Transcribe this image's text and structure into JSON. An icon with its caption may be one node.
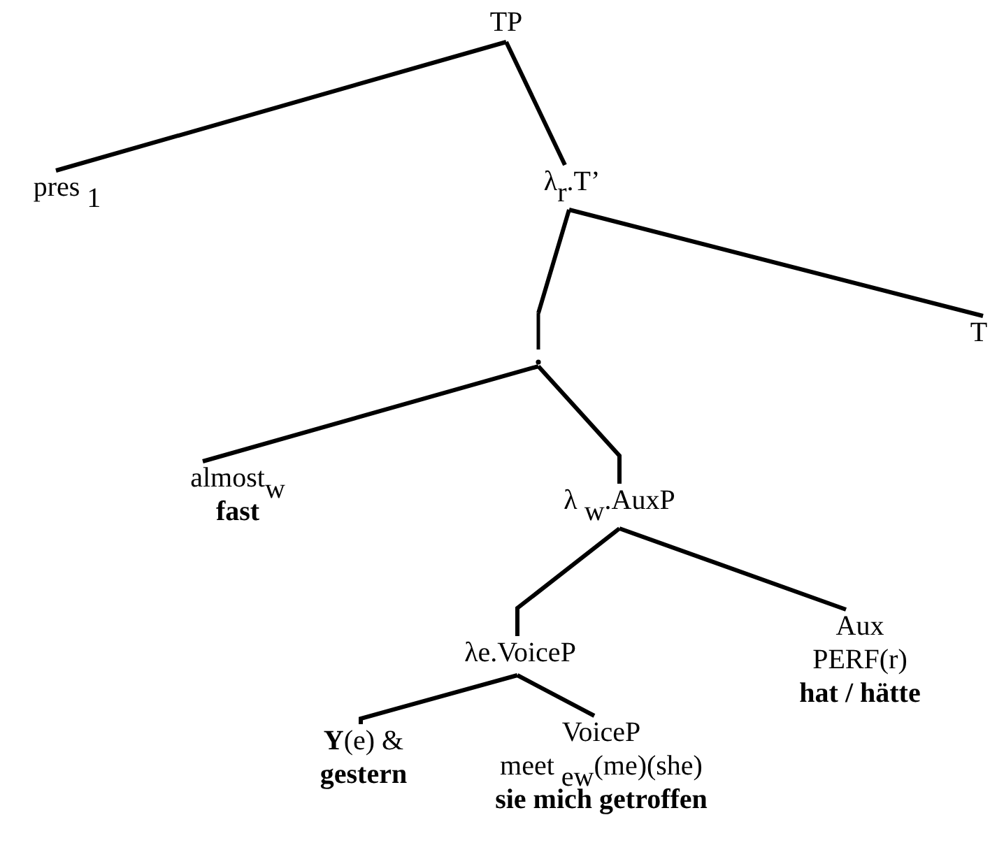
{
  "diagram": {
    "nodes": [
      {
        "text": [
          "TP"
        ]
      },
      {
        "text": [
          "pres $_{1}$"
        ]
      },
      {
        "text": [
          "λ$_{r}$.T’"
        ]
      },
      {
        "text": [],
        "shape": "bar"
      },
      {
        "text": [
          "T"
        ]
      },
      {
        "text": [
          "almost$_{w}$",
          "**fast**"
        ]
      },
      {
        "text": [
          "λ $_{w}$.AuxP"
        ]
      },
      {
        "text": [
          "λe.VoiceP"
        ]
      },
      {
        "text": [
          "Aux",
          "PERF(r)",
          "**hat / hätte**"
        ]
      },
      {
        "text": [
          "**Y**(e) &",
          "**gestern**"
        ]
      },
      {
        "text": [
          "VoiceP",
          "meet $_{ew}$(me)(she)",
          "**sie mich getroffen**"
        ]
      }
    ],
    "edges": [
      {
        "from": 0,
        "to": 1,
        "arrow": "none"
      },
      {
        "from": 0,
        "to": 2,
        "arrow": "none"
      },
      {
        "from": 2,
        "to": 3,
        "arrow": "none"
      },
      {
        "from": 2,
        "to": 4,
        "arrow": "none"
      },
      {
        "from": 3,
        "to": 5,
        "arrow": "none"
      },
      {
        "from": 3,
        "to": 6,
        "arrow": "none"
      },
      {
        "from": 6,
        "to": 7,
        "arrow": "none"
      },
      {
        "from": 6,
        "to": 8,
        "arrow": "none"
      },
      {
        "from": 7,
        "to": 9,
        "arrow": "none"
      },
      {
        "from": 7,
        "to": 10,
        "arrow": "none"
      }
    ]
  }
}
